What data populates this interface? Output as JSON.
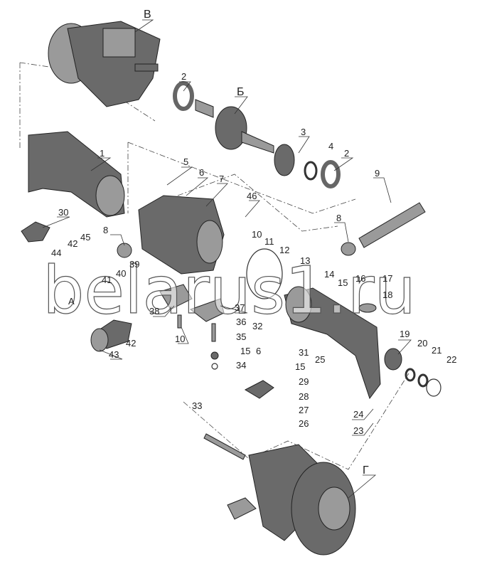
{
  "diagram": {
    "assembly_labels": {
      "v": "В",
      "b": "Б",
      "g": "Г",
      "a": "А"
    },
    "part_labels": [
      "1",
      "2",
      "2",
      "3",
      "4",
      "5",
      "6",
      "6",
      "7",
      "8",
      "8",
      "9",
      "10",
      "10",
      "11",
      "12",
      "13",
      "14",
      "15",
      "15",
      "15",
      "16",
      "17",
      "18",
      "19",
      "20",
      "21",
      "22",
      "23",
      "24",
      "25",
      "26",
      "27",
      "28",
      "29",
      "30",
      "31",
      "32",
      "33",
      "34",
      "35",
      "36",
      "37",
      "38",
      "39",
      "40",
      "41",
      "42",
      "42",
      "43",
      "44",
      "45",
      "46"
    ],
    "watermark": "belarus1.ru"
  }
}
